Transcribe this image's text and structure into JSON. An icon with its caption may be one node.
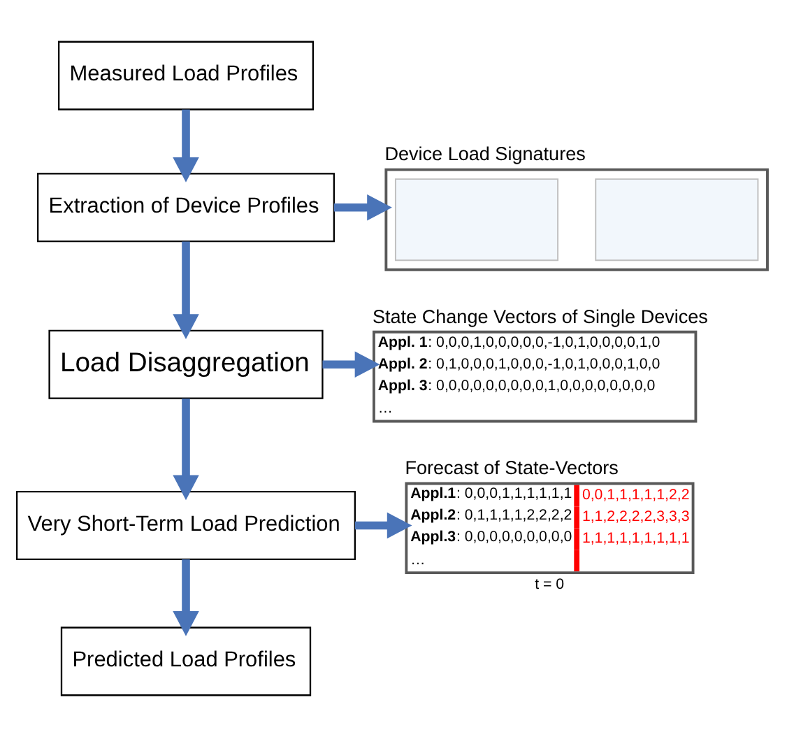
{
  "diagram": {
    "nodes": [
      {
        "text": [
          "Measured Load Profiles"
        ]
      },
      {
        "text": [
          "Extraction of Device Profiles"
        ]
      },
      {
        "text": [
          "Load Disaggregation"
        ]
      },
      {
        "text": [
          "Very Short-Term Load Prediction"
        ]
      },
      {
        "text": [
          "Predicted Load Profiles"
        ]
      },
      {
        "text": [
          "Device Load Signatures"
        ]
      },
      {
        "text": [
          "State Change Vectors of Single Devices",
          "**Appl. 1**: 0,0,0,1,0,0,0,0,0,-1,0,1,0,0,0,0,1,0",
          "**Appl. 2**: 0,1,0,0,0,1,0,0,0,-1,0,1,0,0,0,1,0,0",
          "**Appl. 3**: 0,0,0,0,0,0,0,0,0,1,0,0,0,0,0,0,0,0",
          "…"
        ]
      },
      {
        "text": [
          "Forecast of State-Vectors",
          "**Appl.1**: 0,0,0,1,1,1,1,1,1",
          "0,0,1,1,1,1,1,2,2",
          "**Appl.2**: 0,1,1,1,1,2,2,2,2",
          "1,1,2,2,2,2,3,3,3",
          "**Appl.3**: 0,0,0,0,0,0,0,0,0",
          "1,1,1,1,1,1,1,1,1",
          "…"
        ],
        "beside": [
          "t = 0"
        ]
      }
    ],
    "edges": [
      {
        "from": 0,
        "to": 1,
        "arrow": "to"
      },
      {
        "from": 1,
        "to": 2,
        "arrow": "to"
      },
      {
        "from": 2,
        "to": 3,
        "arrow": "to"
      },
      {
        "from": 3,
        "to": 4,
        "arrow": "to"
      },
      {
        "from": 1,
        "to": 5,
        "arrow": "to"
      },
      {
        "from": 2,
        "to": 6,
        "arrow": "to"
      },
      {
        "from": 3,
        "to": 7,
        "arrow": "to"
      }
    ]
  }
}
